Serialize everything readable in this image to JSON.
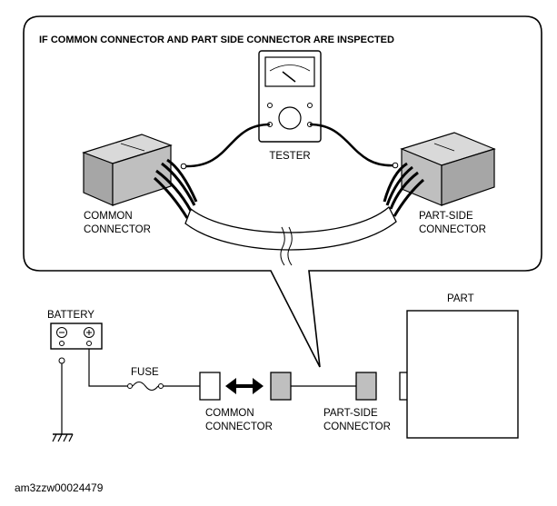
{
  "diagram": {
    "callout_title": "IF COMMON CONNECTOR AND PART SIDE CONNECTOR ARE INSPECTED",
    "tester_label": "TESTER",
    "common_connector_label_line1": "COMMON",
    "common_connector_label_line2": "CONNECTOR",
    "part_side_label_line1": "PART-SIDE",
    "part_side_label_line2": "CONNECTOR",
    "battery_label": "BATTERY",
    "battery_neg_symbol": "⊖",
    "battery_pos_symbol": "⊕",
    "fuse_label": "FUSE",
    "part_label": "PART",
    "circuit_common_line1": "COMMON",
    "circuit_common_line2": "CONNECTOR",
    "circuit_partside_line1": "PART-SIDE",
    "circuit_partside_line2": "CONNECTOR",
    "figure_code": "am3zzw00024479"
  },
  "icons": {
    "tester": "multimeter-icon",
    "connector": "connector-block-icon",
    "battery": "battery-icon",
    "fuse": "fuse-icon",
    "ground": "ground-icon",
    "arrow": "double-arrow-icon"
  },
  "colors": {
    "stroke": "#000000",
    "connector_fill": "#bfbfbf",
    "connector_top": "#d9d9d9",
    "background": "#ffffff"
  }
}
